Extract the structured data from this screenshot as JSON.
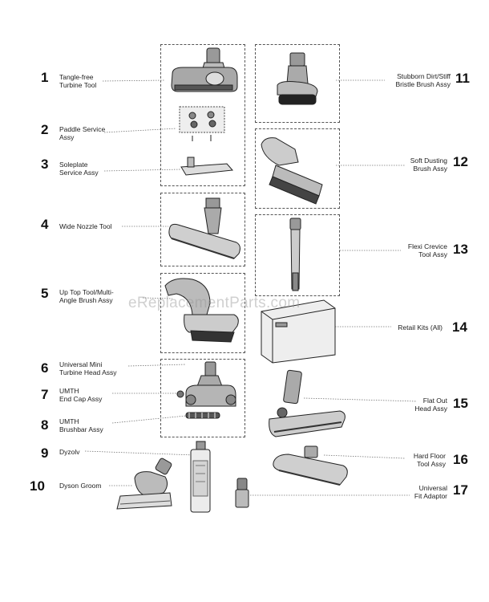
{
  "watermark": "eReplacementParts.com",
  "parts": [
    {
      "num": "1",
      "label": "Tangle-free\nTurbine Tool"
    },
    {
      "num": "2",
      "label": "Paddle Service\nAssy"
    },
    {
      "num": "3",
      "label": "Soleplate\nService Assy"
    },
    {
      "num": "4",
      "label": "Wide Nozzle Tool"
    },
    {
      "num": "5",
      "label": "Up Top Tool/Multi-\nAngle Brush Assy"
    },
    {
      "num": "6",
      "label": "Universal Mini\nTurbine Head Assy"
    },
    {
      "num": "7",
      "label": "UMTH\nEnd Cap Assy"
    },
    {
      "num": "8",
      "label": "UMTH\nBrushbar Assy"
    },
    {
      "num": "9",
      "label": "Dyzolv"
    },
    {
      "num": "10",
      "label": "Dyson Groom"
    },
    {
      "num": "11",
      "label": "Stubborn Dirt/Stiff\nBristle Brush Assy"
    },
    {
      "num": "12",
      "label": "Soft Dusting\nBrush Assy"
    },
    {
      "num": "13",
      "label": "Flexi Crevice\nTool Assy"
    },
    {
      "num": "14",
      "label": "Retail Kits (All)"
    },
    {
      "num": "15",
      "label": "Flat Out\nHead Assy"
    },
    {
      "num": "16",
      "label": "Hard Floor\nTool Assy"
    },
    {
      "num": "17",
      "label": "Universal\nFit Adaptor"
    }
  ]
}
